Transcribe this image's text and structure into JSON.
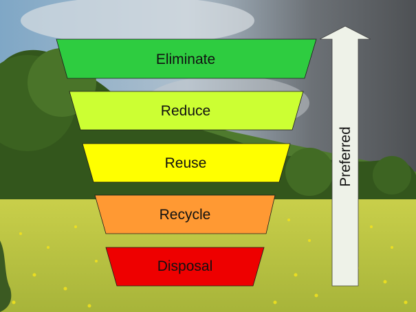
{
  "diagram": {
    "tiers": [
      {
        "label": "Eliminate",
        "color": "#2ecc40"
      },
      {
        "label": "Reduce",
        "color": "#ccff33"
      },
      {
        "label": "Reuse",
        "color": "#ffff00"
      },
      {
        "label": "Recycle",
        "color": "#ff9933"
      },
      {
        "label": "Disposal",
        "color": "#ee0000"
      }
    ],
    "arrow_label": "Preferred",
    "arrow_color": "#eef2e8"
  },
  "background": {
    "sky": "#8fb0c8",
    "storm": "#5f6265",
    "trees": "#3f6a25",
    "meadow": "#b8c23a",
    "flowers": "#f2e21a"
  }
}
